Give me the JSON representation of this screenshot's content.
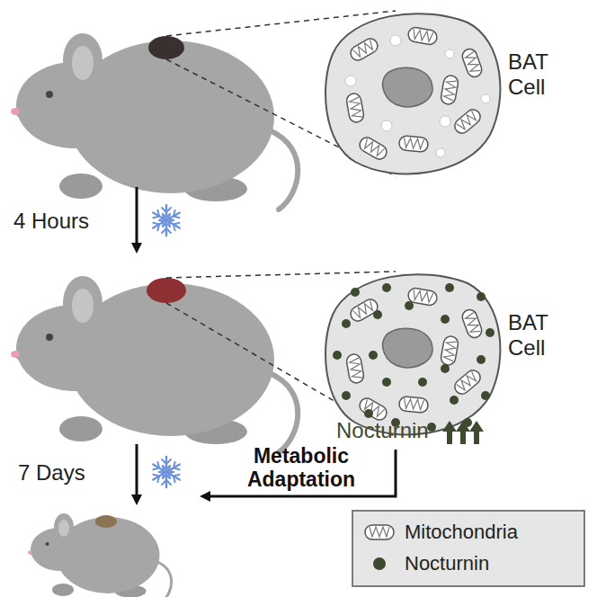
{
  "diagram": {
    "nodes": [
      {
        "text": [
          "BAT Cell"
        ]
      },
      {
        "text": [
          "BAT Cell"
        ]
      }
    ],
    "labels": [
      "4 Hours",
      "7 Days",
      "Nocturnin",
      "Metabolic Adaptation"
    ],
    "legend": [
      {
        "text": "Mitochondria"
      },
      {
        "text": "Nocturnin"
      }
    ]
  }
}
